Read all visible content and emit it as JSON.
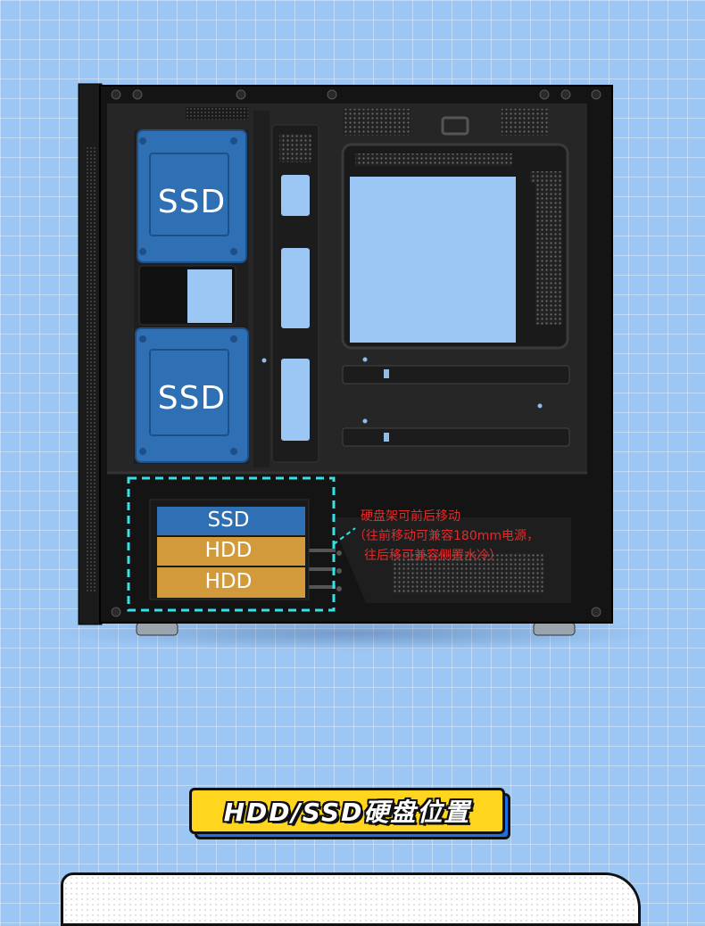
{
  "drives": {
    "ssd_top": "SSD",
    "ssd_middle": "SSD",
    "cage_ssd": "SSD",
    "cage_hdd_1": "HDD",
    "cage_hdd_2": "HDD"
  },
  "note": {
    "line1": "硬盘架可前后移动",
    "line2": "（往前移动可兼容180mm电源，",
    "line3": "往后移可兼容侧置水冷）"
  },
  "title": "HDD/SSD硬盘位置",
  "colors": {
    "background": "#9cc7f5",
    "ssd_blue": "#2f6fb3",
    "hdd_orange": "#d39a3c",
    "note_red": "#e32b2b",
    "badge_yellow": "#ffd51e",
    "badge_shadow_blue": "#1f6fe0",
    "dashed_cyan": "#36e0e8"
  }
}
